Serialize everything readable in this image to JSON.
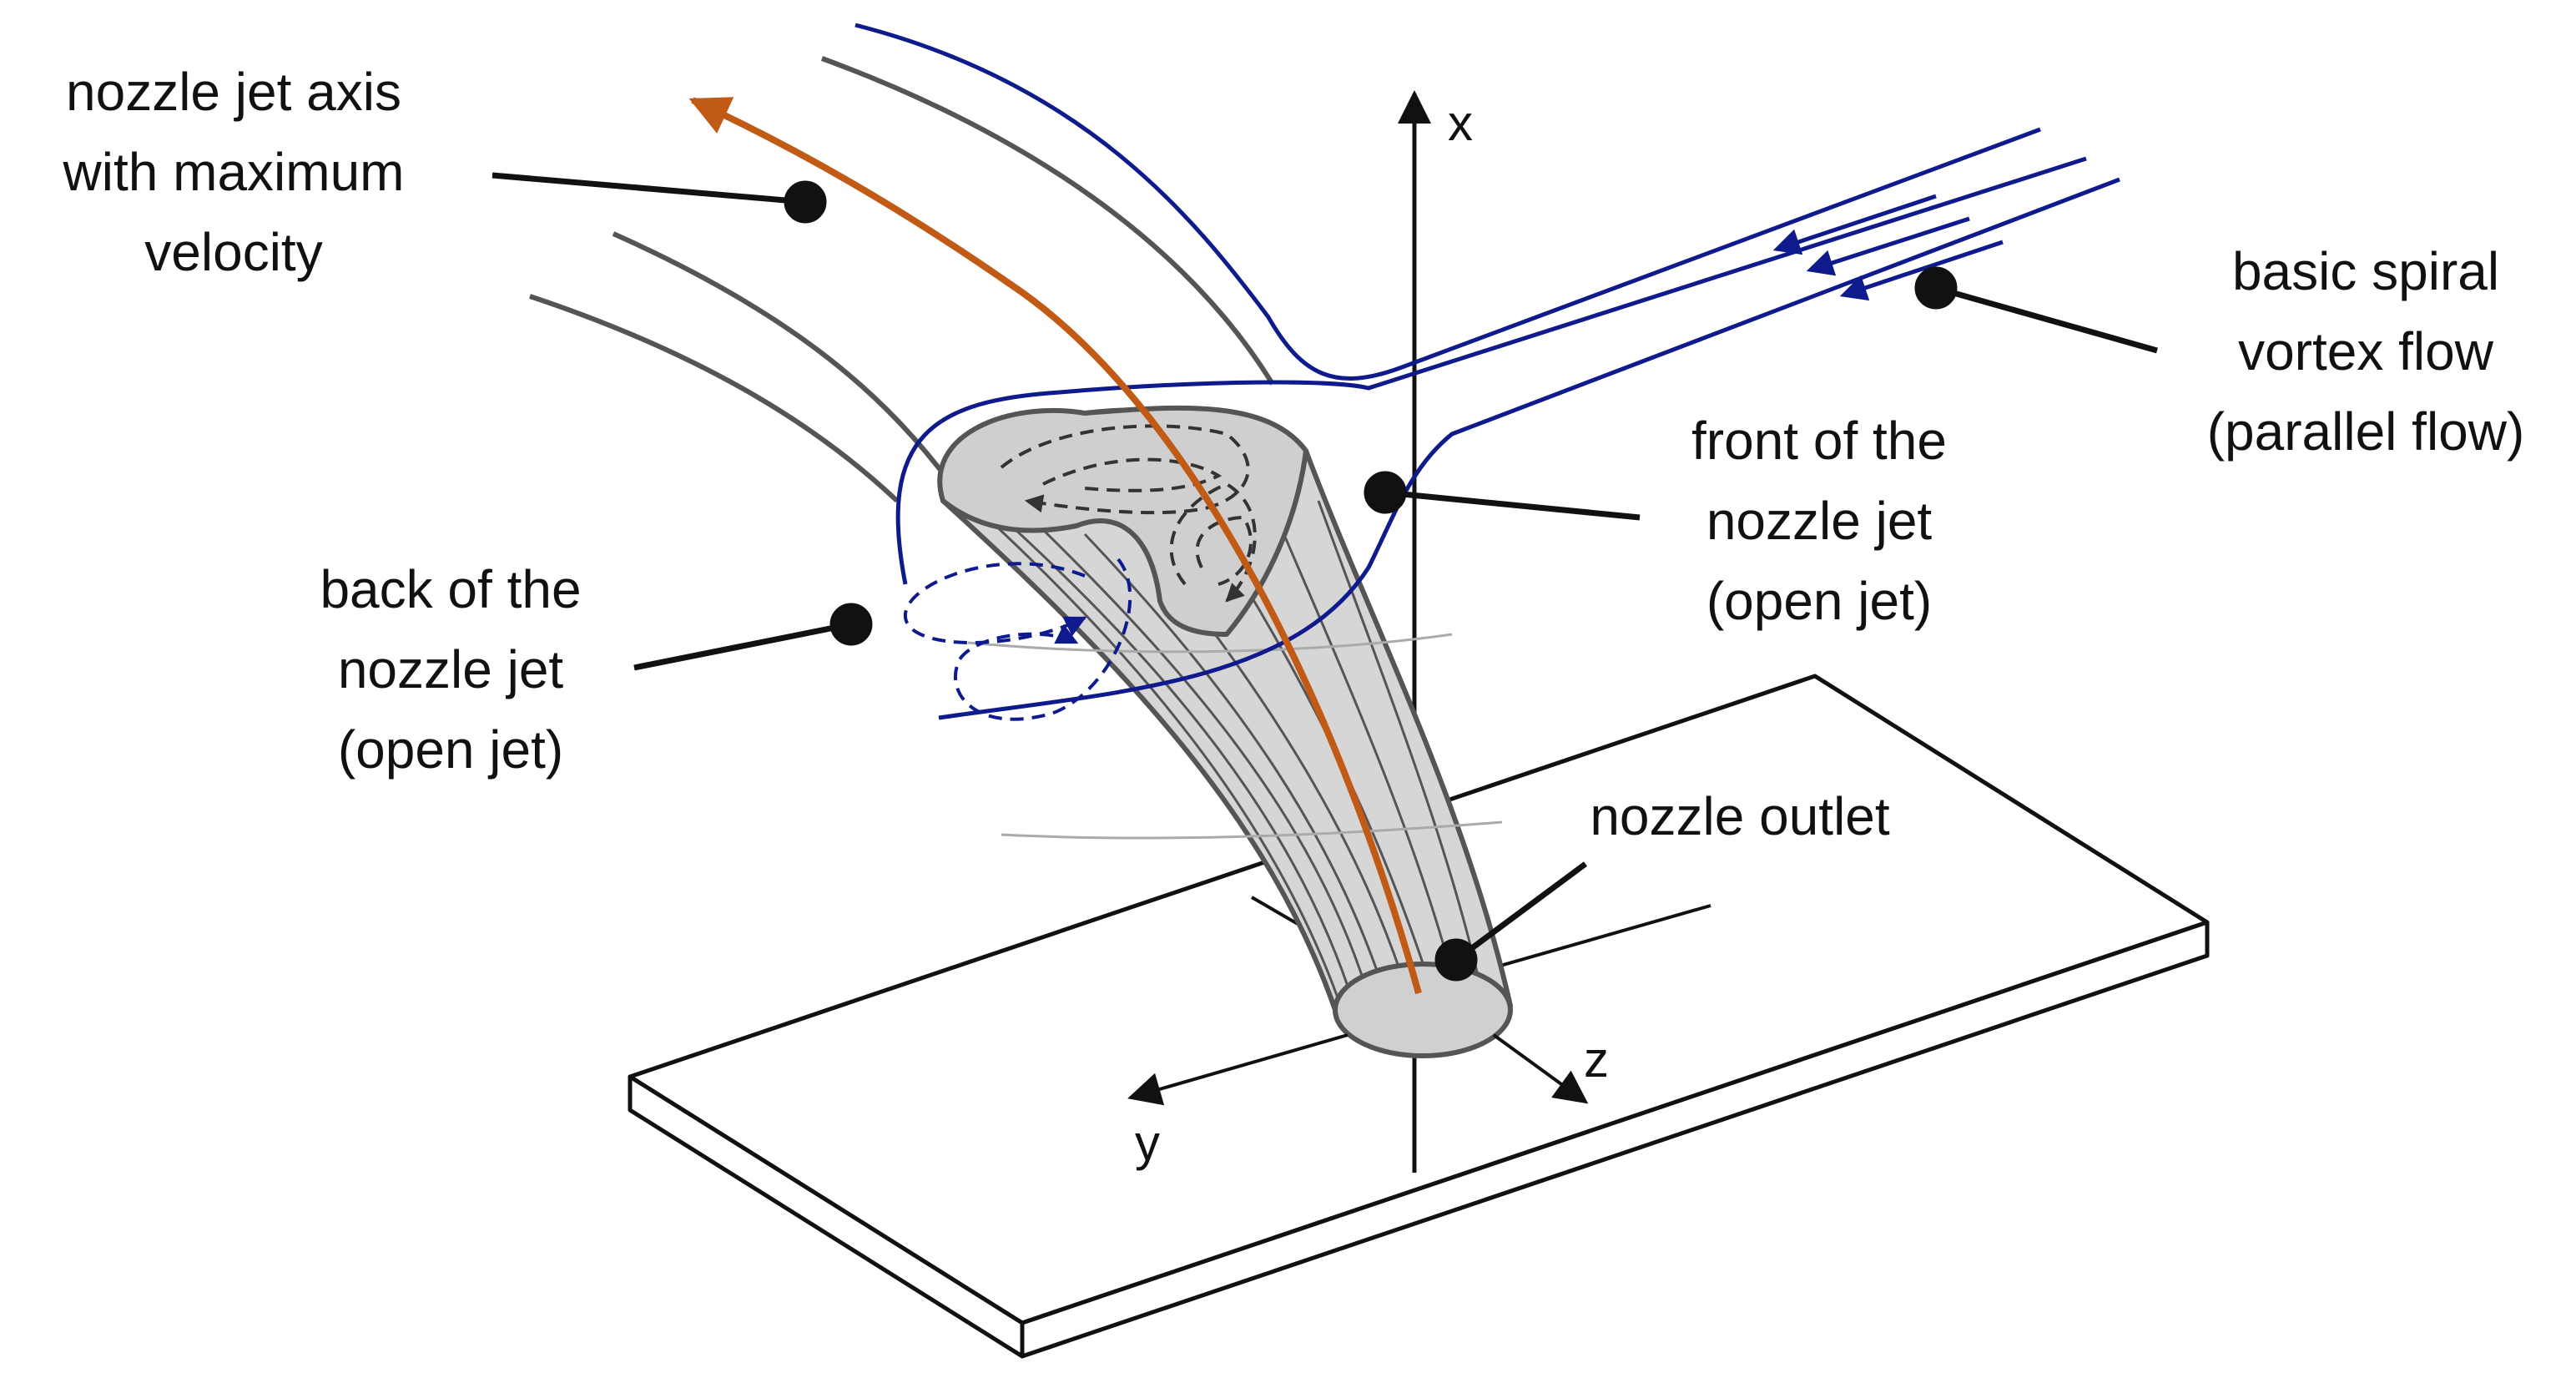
{
  "colors": {
    "jet_axis": "#c05a14",
    "vortex_flow": "#0f1a8c",
    "jet_lines": "#555555",
    "jet_fill": "#d6d6d6",
    "ink": "#111111"
  },
  "labels": {
    "jet_axis": [
      "nozzle jet axis",
      "with maximum",
      "velocity"
    ],
    "spiral_flow": [
      "basic spiral",
      "vortex flow",
      "(parallel flow)"
    ],
    "front": [
      "front of the",
      "nozzle jet",
      "(open jet)"
    ],
    "back": [
      "back of the",
      "nozzle jet",
      "(open jet)"
    ],
    "outlet": [
      "nozzle outlet"
    ]
  },
  "axes": {
    "x": "x",
    "y": "y",
    "z": "z"
  }
}
